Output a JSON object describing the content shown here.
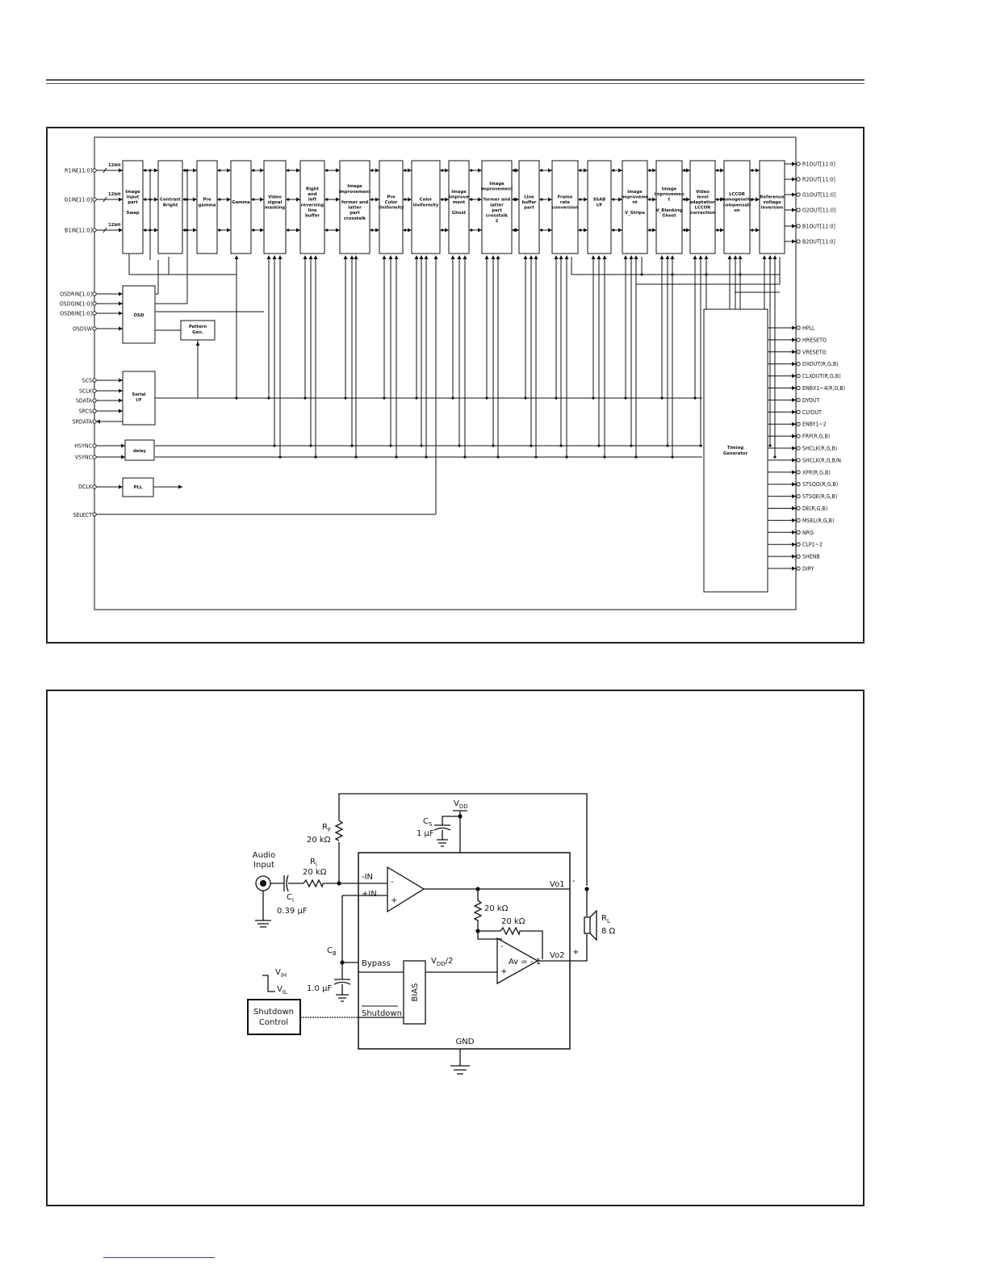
{
  "block_diagram": {
    "inputs_rgb": [
      {
        "name": "R1IN[11:0]",
        "bus": "12bit"
      },
      {
        "name": "G1IN[11:0]",
        "bus": "12bit"
      },
      {
        "name": "B1IN[11:0]",
        "bus": "12bit"
      }
    ],
    "inputs_osd": [
      "OSDRIN[1:0]",
      "OSDGIN[1:0]",
      "OSDBIN[1:0]",
      "OSDSW"
    ],
    "inputs_serial": [
      "SCS",
      "SCLK",
      "SDATA",
      "SRCS",
      "SRDATA"
    ],
    "inputs_sync": [
      "HSYNC",
      "VSYNC"
    ],
    "input_clock": "DCLK",
    "input_select": "SELECT",
    "blocks": [
      [
        "Image",
        "input",
        "part",
        "",
        "Swap"
      ],
      [
        "Contrast",
        "Bright"
      ],
      [
        "Pre",
        "gamma"
      ],
      [
        "Gamma"
      ],
      [
        "Video",
        "signal",
        "masking"
      ],
      [
        "Right",
        "and",
        "left",
        "reversing",
        "line",
        "buffer"
      ],
      [
        "Image",
        "improvement",
        "",
        "former and",
        "latter",
        "part",
        "crosstalk"
      ],
      [
        "Pre",
        "Color",
        "Uniformity"
      ],
      [
        "Color",
        "Uniformity"
      ],
      [
        "Image",
        "improve",
        "ment",
        "",
        "Ghost"
      ],
      [
        "Image",
        "improvement",
        "",
        "former and",
        "latter",
        "part",
        "crosstalk",
        "2"
      ],
      [
        "Line",
        "buffer",
        "part"
      ],
      [
        "Frame",
        "rate",
        "conversion"
      ],
      [
        "SSAB",
        "I/F"
      ],
      [
        "Image",
        "improveme",
        "nt",
        "",
        "V_Stripe"
      ],
      [
        "Image",
        "improvemen",
        "t",
        "",
        "V_Blanking",
        "Ghost"
      ],
      [
        "Video",
        "level",
        "adaptation",
        "LCCOR",
        "correction"
      ],
      [
        "LCCOR",
        "homogeneity",
        "compensati",
        "on"
      ],
      [
        "Reference",
        "voltage",
        "inversion"
      ]
    ],
    "osd_block": "OSD",
    "pattern_block": [
      "Pattern",
      "Gen."
    ],
    "serial_block": [
      "Serial",
      "I/F"
    ],
    "delay_block": "delay",
    "pll_block": "PLL",
    "timing_block": [
      "Timing",
      "Generator"
    ],
    "outputs_rgb": [
      "R1OUT[11:0]",
      "R2OUT[11:0]",
      "G1OUT[11:0]",
      "G2OUT[11:0]",
      "B1OUT[11:0]",
      "B2OUT[11:0]"
    ],
    "outputs_timing": [
      "HPLL",
      "HRESETO",
      "VRESETO",
      "DXOUT(R,G,B)",
      "CLXOUT(R,G,B)",
      "ENBX1~4(R,G,B)",
      "DYOUT",
      "CLYOUT",
      "ENBY1~2",
      "FRP(R,G,B)",
      "SHCLK(R,G,B)",
      "SHCLK(R,G,B)N",
      "XFR(R,G,B)",
      "STSQO(R,G,B)",
      "STSQE(R,G,B)",
      "DE(R,G,B)",
      "MSEL(R,G,B)",
      "NRG",
      "CLP1~2",
      "SHENB",
      "DIRY"
    ]
  },
  "schematic": {
    "audio_input": [
      "Audio",
      "Input"
    ],
    "ci_label": "C",
    "ci_sub": "i",
    "ci_value": "0.39 µF",
    "ri_label": "R",
    "ri_sub": "i",
    "ri_value": "20 kΩ",
    "rf_label": "R",
    "rf_sub": "F",
    "rf_value": "20 kΩ",
    "cs_label": "C",
    "cs_sub": "S",
    "cs_value": "1 µF",
    "vdd_label": "V",
    "vdd_sub": "DD",
    "cb_label": "C",
    "cb_sub": "B",
    "cb_value": "1.0 µF",
    "r_mid_value": "20 kΩ",
    "r_fb_value": "20 kΩ",
    "minus_in": "-IN",
    "plus_in": "+IN",
    "bypass": "Bypass",
    "shutdown_pin": "Shutdown",
    "bias": "BIAS",
    "vdd2_label": "V",
    "vdd2_sub": "DD",
    "vdd2_tail": "/2",
    "av": "Av = - 1",
    "vo1": "Vo1",
    "vo2": "Vo2",
    "gnd": "GND",
    "rl_label": "R",
    "rl_sub": "L",
    "rl_value": "8 Ω",
    "vih": "V",
    "vih_sub": "IH",
    "vil": "V",
    "vil_sub": "IL",
    "shutdown_control": [
      "Shutdown",
      "Control"
    ],
    "minus_sign": "-",
    "plus_sign": "+",
    "op_minus": "-",
    "op_plus": "+"
  }
}
